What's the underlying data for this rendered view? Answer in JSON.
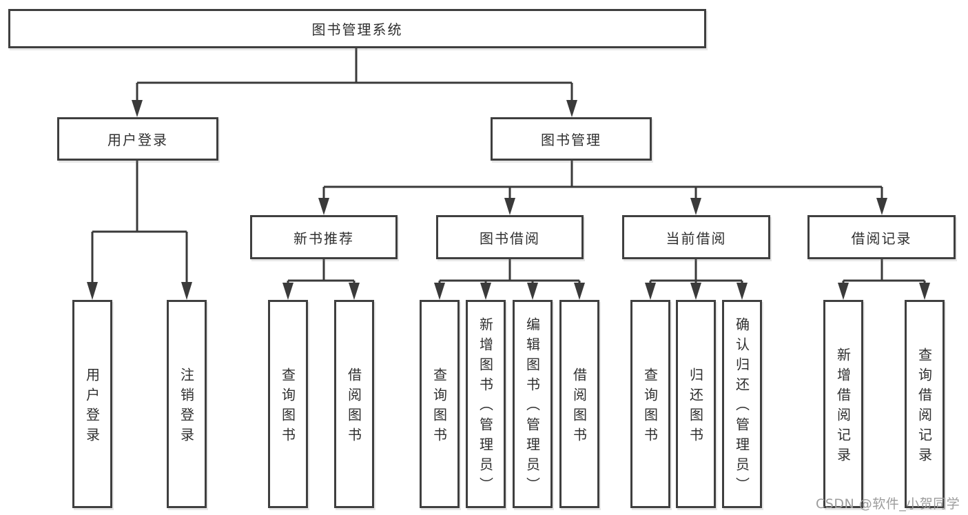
{
  "diagram": {
    "root": {
      "label": "图书管理系统"
    },
    "branches": [
      {
        "label": "用户登录",
        "children": [
          {
            "label": "用户登录"
          },
          {
            "label": "注销登录"
          }
        ]
      },
      {
        "label": "图书管理",
        "children": [
          {
            "label": "新书推荐",
            "children": [
              {
                "label": "查询图书"
              },
              {
                "label": "借阅图书"
              }
            ]
          },
          {
            "label": "图书借阅",
            "children": [
              {
                "label": "查询图书"
              },
              {
                "label": "新增图书（管理员）"
              },
              {
                "label": "编辑图书（管理员）"
              },
              {
                "label": "借阅图书"
              }
            ]
          },
          {
            "label": "当前借阅",
            "children": [
              {
                "label": "查询图书"
              },
              {
                "label": "归还图书"
              },
              {
                "label": "确认归还（管理员）"
              }
            ]
          },
          {
            "label": "借阅记录",
            "children": [
              {
                "label": "新增借阅记录"
              },
              {
                "label": "查询借阅记录"
              }
            ]
          }
        ]
      }
    ]
  },
  "watermark": {
    "text": "CSDN @软件_小贺同学"
  },
  "colors": {
    "line": "#3a3a3a",
    "box_border": "#3f3f3f",
    "text": "#2f2f2f",
    "watermark": "#9c9c9c",
    "background": "#ffffff"
  }
}
